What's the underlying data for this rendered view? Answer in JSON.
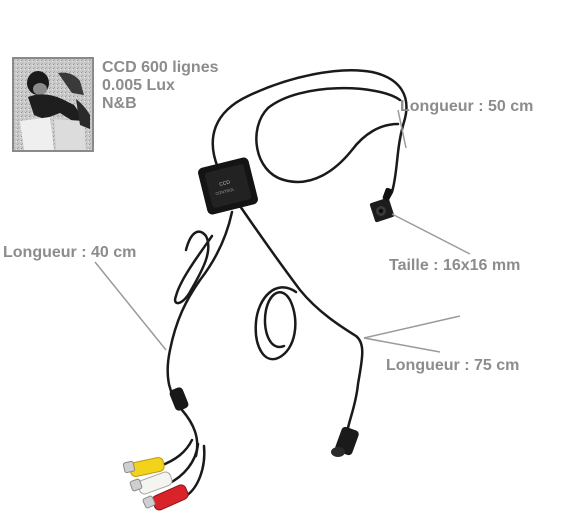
{
  "specs": {
    "line1": "CCD 600 lignes",
    "line2": "0.005 Lux",
    "line3": "N&B"
  },
  "callouts": {
    "camera_cable_length": "Longueur :  50 cm",
    "video_cable_length": "Longueur : 40 cm",
    "camera_size": "Taille : 16x16 mm",
    "power_cable_length": "Longueur : 75 cm"
  },
  "colors": {
    "label_gray": "#8c8c8c",
    "cable_black": "#1a1a1a",
    "rca_yellow": "#f2d21b",
    "rca_white": "#f4f4f0",
    "rca_red": "#d8232a"
  },
  "icons": {
    "sample_image": "bw-sample-photo",
    "camera": "pinhole-camera-module",
    "control_box": "camera-control-box"
  }
}
